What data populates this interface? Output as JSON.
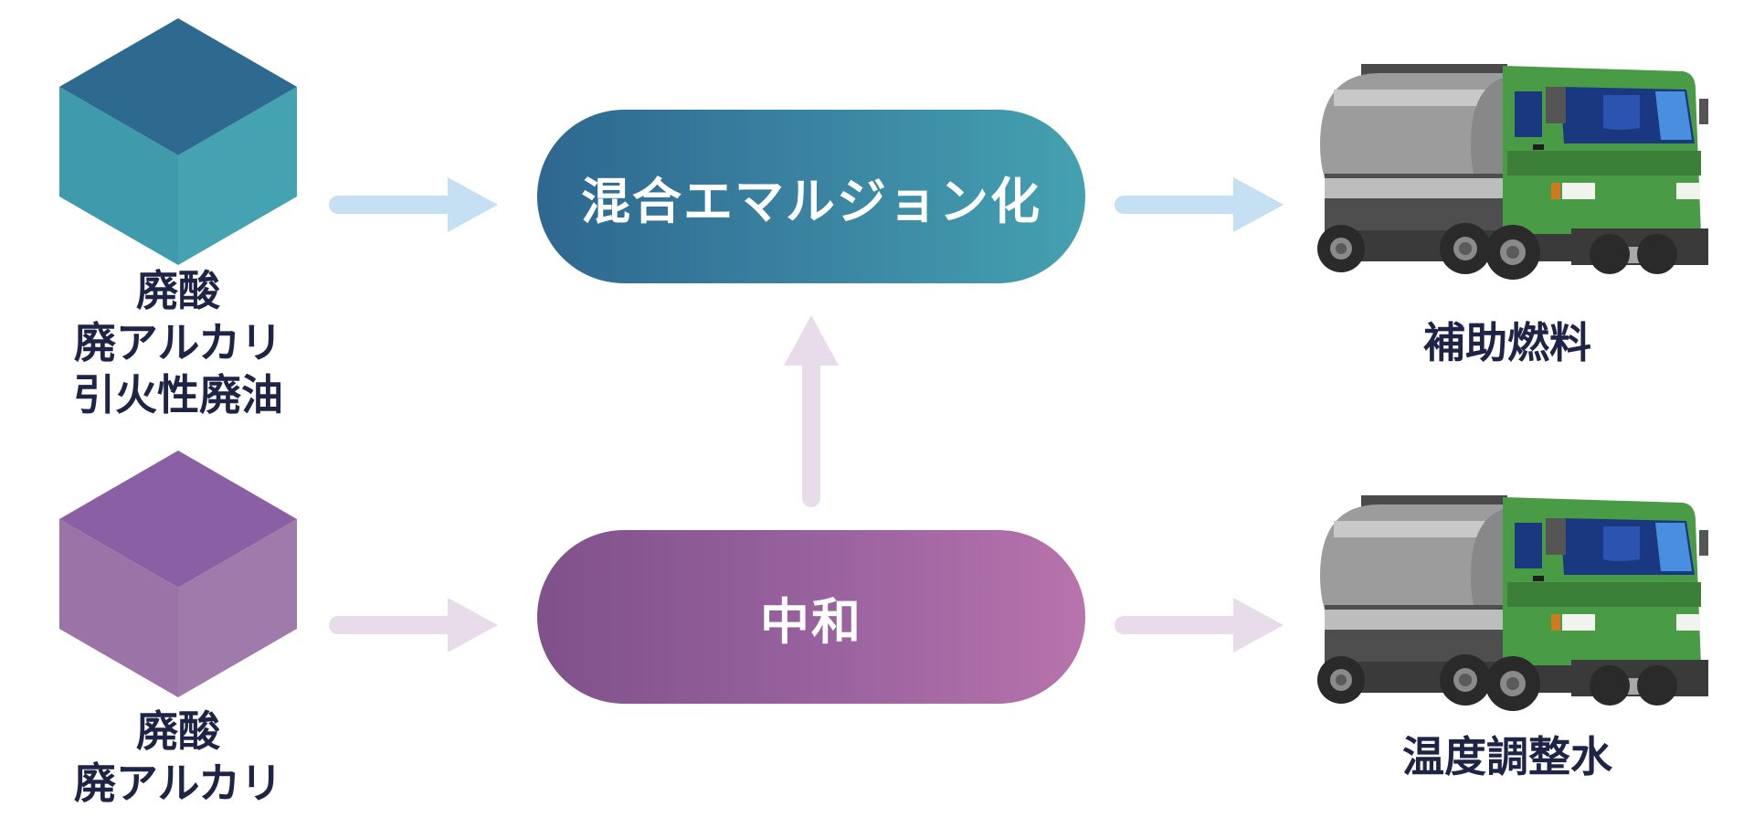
{
  "process": {
    "emulsify_label": "混合エマルジョン化",
    "neutralize_label": "中和"
  },
  "inputs": {
    "top_lines": [
      "廃酸",
      "廃アルカリ",
      "引火性廃油"
    ],
    "bottom_lines": [
      "廃酸",
      "廃アルカリ"
    ]
  },
  "outputs": {
    "top_label": "補助燃料",
    "bottom_label": "温度調整水"
  },
  "colors": {
    "teal_dark": "#2e6790",
    "teal_light": "#44a1b0",
    "purple_dark": "#7f518a",
    "purple_light": "#b873ab",
    "arrow_blue": "#c5dff3",
    "arrow_lilac": "#e9dcea",
    "label_text": "#1d2446",
    "truck_green": "#4a9b45",
    "tank_gray": "#9c9c9c"
  },
  "icons": [
    "teal-cube-icon",
    "purple-cube-icon",
    "tanker-truck-icon"
  ]
}
